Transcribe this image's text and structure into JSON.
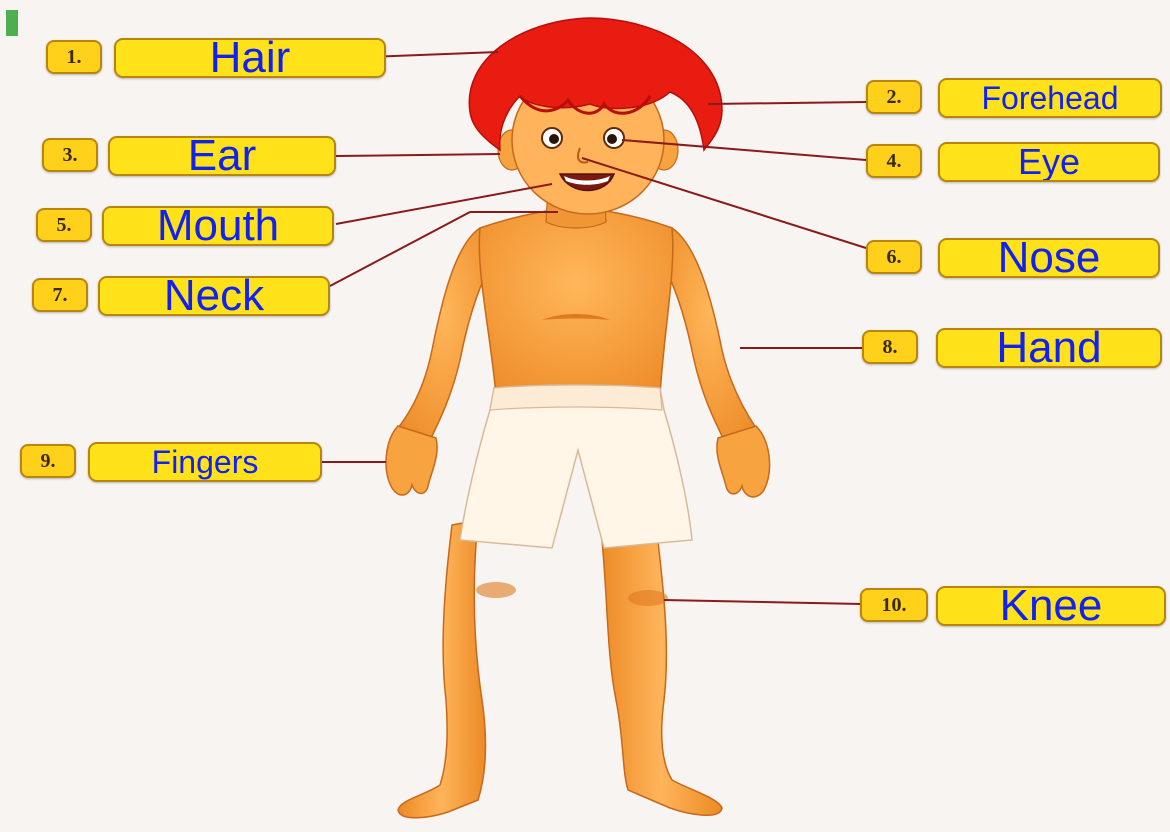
{
  "labels": [
    {
      "num": "1.",
      "word": "Hair"
    },
    {
      "num": "2.",
      "word": "Forehead"
    },
    {
      "num": "3.",
      "word": "Ear"
    },
    {
      "num": "4.",
      "word": "Eye"
    },
    {
      "num": "5.",
      "word": "Mouth"
    },
    {
      "num": "6.",
      "word": "Nose"
    },
    {
      "num": "7.",
      "word": "Neck"
    },
    {
      "num": "8.",
      "word": "Hand"
    },
    {
      "num": "9.",
      "word": "Fingers"
    },
    {
      "num": "10.",
      "word": "Knee"
    }
  ],
  "colors": {
    "label_fill": "#ffe21a",
    "number_fill": "#ffd11a",
    "label_text": "#1122ee",
    "leader_line": "#8b1a1a",
    "skin": "#f7a440",
    "hair": "#e81c10",
    "shorts": "#fff6e8"
  }
}
